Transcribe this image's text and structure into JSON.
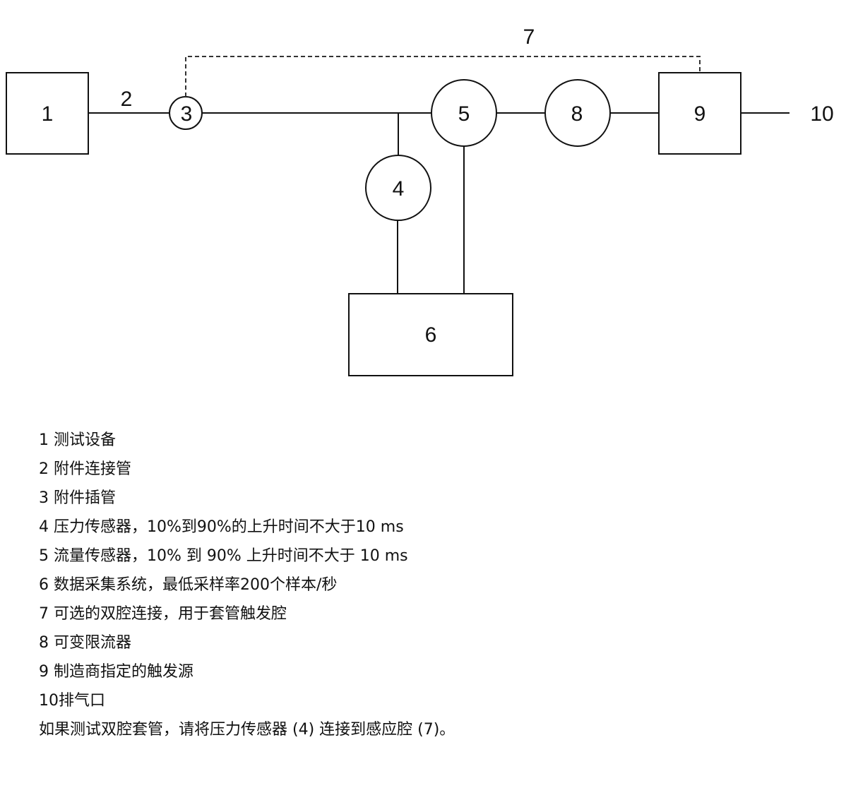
{
  "diagram": {
    "labels": {
      "n1": "1",
      "n2": "2",
      "n3": "3",
      "n4": "4",
      "n5": "5",
      "n6": "6",
      "n7": "7",
      "n8": "8",
      "n9": "9",
      "n10": "10"
    },
    "line_color": "#111111",
    "dashed_link": "7"
  },
  "legend": {
    "items": [
      "1 测试设备",
      "2 附件连接管",
      "3 附件插管",
      "4 压力传感器，10%到90%的上升时间不大于10 ms",
      "5 流量传感器，10% 到 90% 上升时间不大于 10 ms",
      "6 数据采集系统，最低采样率200个样本/秒",
      "7 可选的双腔连接，用于套管触发腔",
      "8 可变限流器",
      "9 制造商指定的触发源",
      "10排气口",
      "如果测试双腔套管，请将压力传感器 (4) 连接到感应腔 (7)。"
    ]
  }
}
